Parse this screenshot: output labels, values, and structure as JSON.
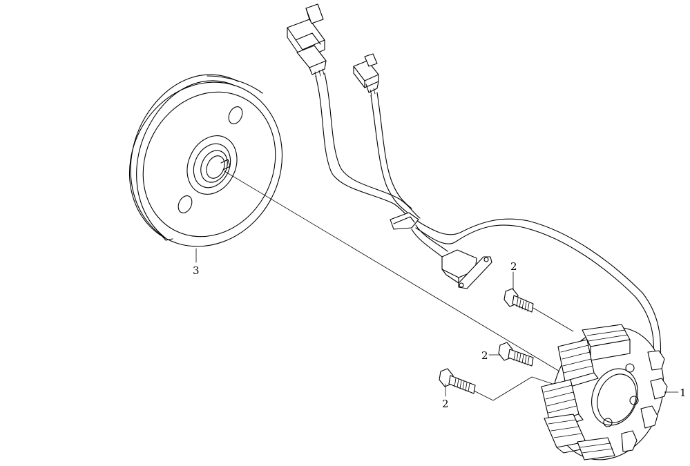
{
  "diagram": {
    "callouts": {
      "stator": "1",
      "bolt_top": "2",
      "bolt_middle": "2",
      "bolt_bottom": "2",
      "flywheel": "3"
    }
  }
}
